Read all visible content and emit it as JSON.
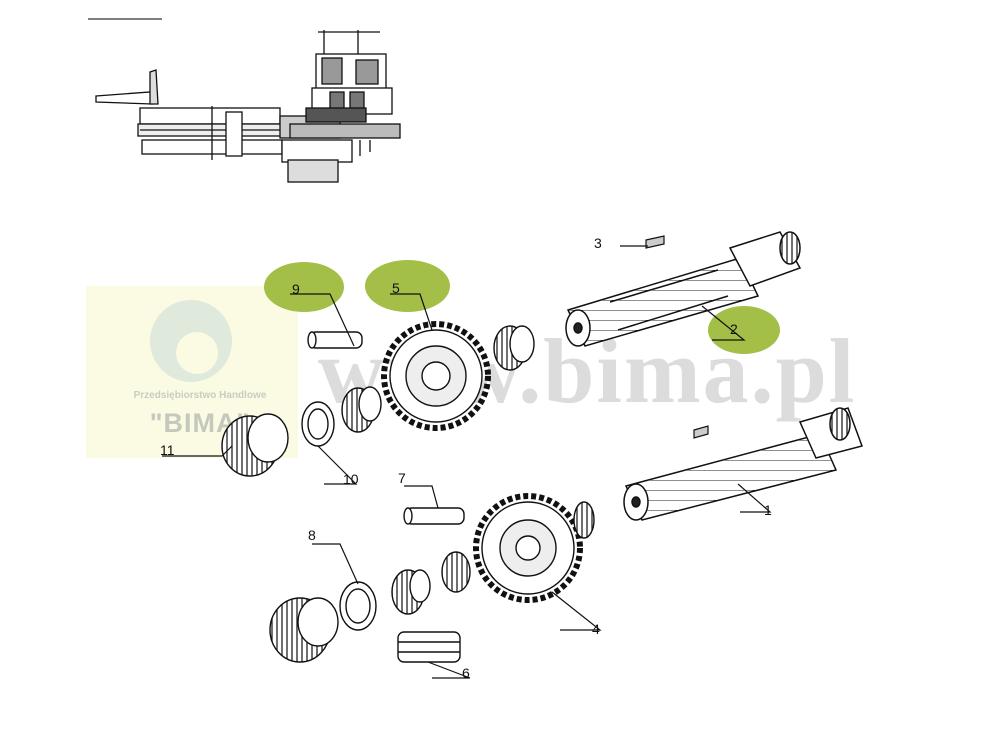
{
  "watermark": {
    "site": "www.bima.pl",
    "company": "Przedsiębiorstwo Handlowe",
    "brand": "\"BIMA\""
  },
  "callouts": [
    {
      "id": "1",
      "label": "1"
    },
    {
      "id": "2",
      "label": "2",
      "highlighted": true
    },
    {
      "id": "3",
      "label": "3"
    },
    {
      "id": "4",
      "label": "4"
    },
    {
      "id": "5",
      "label": "5",
      "highlighted": true
    },
    {
      "id": "6",
      "label": "6"
    },
    {
      "id": "7",
      "label": "7"
    },
    {
      "id": "8",
      "label": "8"
    },
    {
      "id": "9",
      "label": "9",
      "highlighted": true
    },
    {
      "id": "10",
      "label": "10"
    },
    {
      "id": "11",
      "label": "11"
    }
  ],
  "colors": {
    "highlight": "#a3bf47",
    "ink": "#111111",
    "watermark_text": "#dcdcdc",
    "watermark_panel": "#fbfbe3"
  }
}
